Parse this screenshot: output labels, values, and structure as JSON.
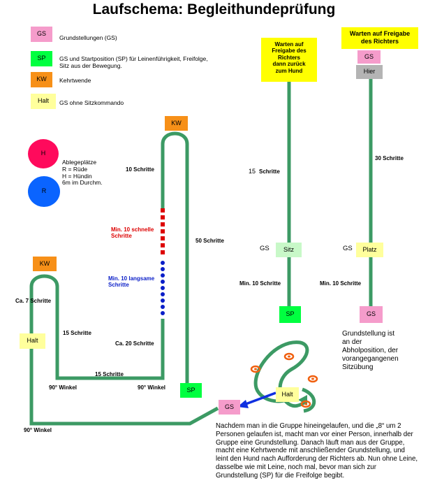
{
  "title": "Laufschema: Begleithundeprüfung",
  "colors": {
    "path_green": "#3c9a64",
    "gs_pink": "#f59ccb",
    "sp_green": "#00ff40",
    "kw_orange": "#f79018",
    "halt_yellow": "#ffff9c",
    "hier_gray": "#b4b4b4",
    "wait_yellow": "#ffff00",
    "h_red": "#ff0a5c",
    "r_blue": "#0a64ff",
    "fast_red": "#dd0000",
    "slow_blue": "#0a1ec8",
    "arrow_blue": "#1030e0",
    "ring_orange": "#f06010"
  },
  "legend": {
    "gs_box": "GS",
    "gs_text": "Grundstellungen (GS)",
    "sp_box": "SP",
    "sp_text": "GS und Startposition (SP) für Leinenführigkeit, Freifolge, Sitz aus der Bewegung.",
    "kw_box": "KW",
    "kw_text": "Kehrtwende",
    "halt_box": "Halt",
    "halt_text": "GS ohne Sitzkommando"
  },
  "ablage": {
    "h": "H",
    "r": "R",
    "text": "Ablegeplätze\nR = Rüde\nH = Hündin\n6m im Durchm."
  },
  "course": {
    "kw_top": "KW",
    "kw_left": "KW",
    "halt_left": "Halt",
    "sp_bottom": "SP",
    "gs_bottom": "GS",
    "halt_group": "Halt",
    "steps_10": "10 Schritte",
    "fast": "Min. 10 schnelle\nSchritte",
    "slow": "Min. 10 langsame\nSchritte",
    "steps_50": "50 Schritte",
    "steps_20": "Ca. 20 Schritte",
    "steps_7": "Ca. 7 Schritte",
    "steps_15a": "15 Schritte",
    "steps_15b": "15 Schritte",
    "angle_a": "90° Winkel",
    "angle_b": "90° Winkel",
    "angle_c": "90° Winkel"
  },
  "sitz": {
    "wait": "Warten auf\nFreigabe des\nRichters\ndann zurück\nzum Hund",
    "steps_15": "15",
    "steps_15_unit": "Schritte",
    "gs_label": "GS",
    "box": "Sitz",
    "min10": "Min. 10 Schritte",
    "sp": "SP"
  },
  "platz": {
    "wait": "Warten auf Freigabe\ndes Richters",
    "gs_top": "GS",
    "hier": "Hier",
    "steps_30": "30 Schritte",
    "gs_label": "GS",
    "box": "Platz",
    "min10": "Min. 10 Schritte",
    "gs_bottom": "GS",
    "note": "Grundstellung ist\nan der\nAbholposition, der\nvorangegangenen\nSitzübung"
  },
  "description": "Nachdem man in die Gruppe hineingelaufen, und die „8“ um 2 Personen gelaufen ist, macht man vor einer Person, innerhalb der Gruppe eine Grundstellung. Danach läuft man aus der Gruppe, macht eine Kehrtwende mit anschließender Grundstellung, und leint den Hund nach Aufforderung der Richters ab. Nun ohne Leine, dasselbe wie mit Leine, noch mal, bevor man sich zur Grundstellung (SP) für die Freifolge begibt."
}
